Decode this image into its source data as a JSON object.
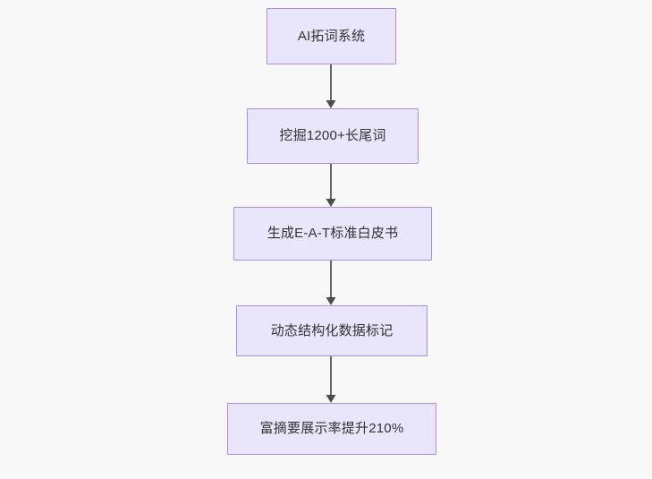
{
  "diagram": {
    "type": "flowchart",
    "orientation": "top-to-bottom",
    "background_color": "#f8f8f8",
    "node_fill_color": "#e9e5fa",
    "node_border_color": "#a98fdc",
    "node_text_color": "#333333",
    "edge_color": "#666666",
    "nodes": [
      {
        "id": "n1",
        "label": "AI拓词系统"
      },
      {
        "id": "n2",
        "label": "挖掘1200+长尾词"
      },
      {
        "id": "n3",
        "label": "生成E-A-T标准白皮书"
      },
      {
        "id": "n4",
        "label": "动态结构化数据标记"
      },
      {
        "id": "n5",
        "label": "富摘要展示率提升210%"
      }
    ],
    "edges": [
      {
        "id": "e1",
        "from": "n1",
        "to": "n2",
        "label": ""
      },
      {
        "id": "e2",
        "from": "n2",
        "to": "n3",
        "label": ""
      },
      {
        "id": "e3",
        "from": "n3",
        "to": "n4",
        "label": ""
      },
      {
        "id": "e4",
        "from": "n4",
        "to": "n5",
        "label": ""
      }
    ]
  }
}
